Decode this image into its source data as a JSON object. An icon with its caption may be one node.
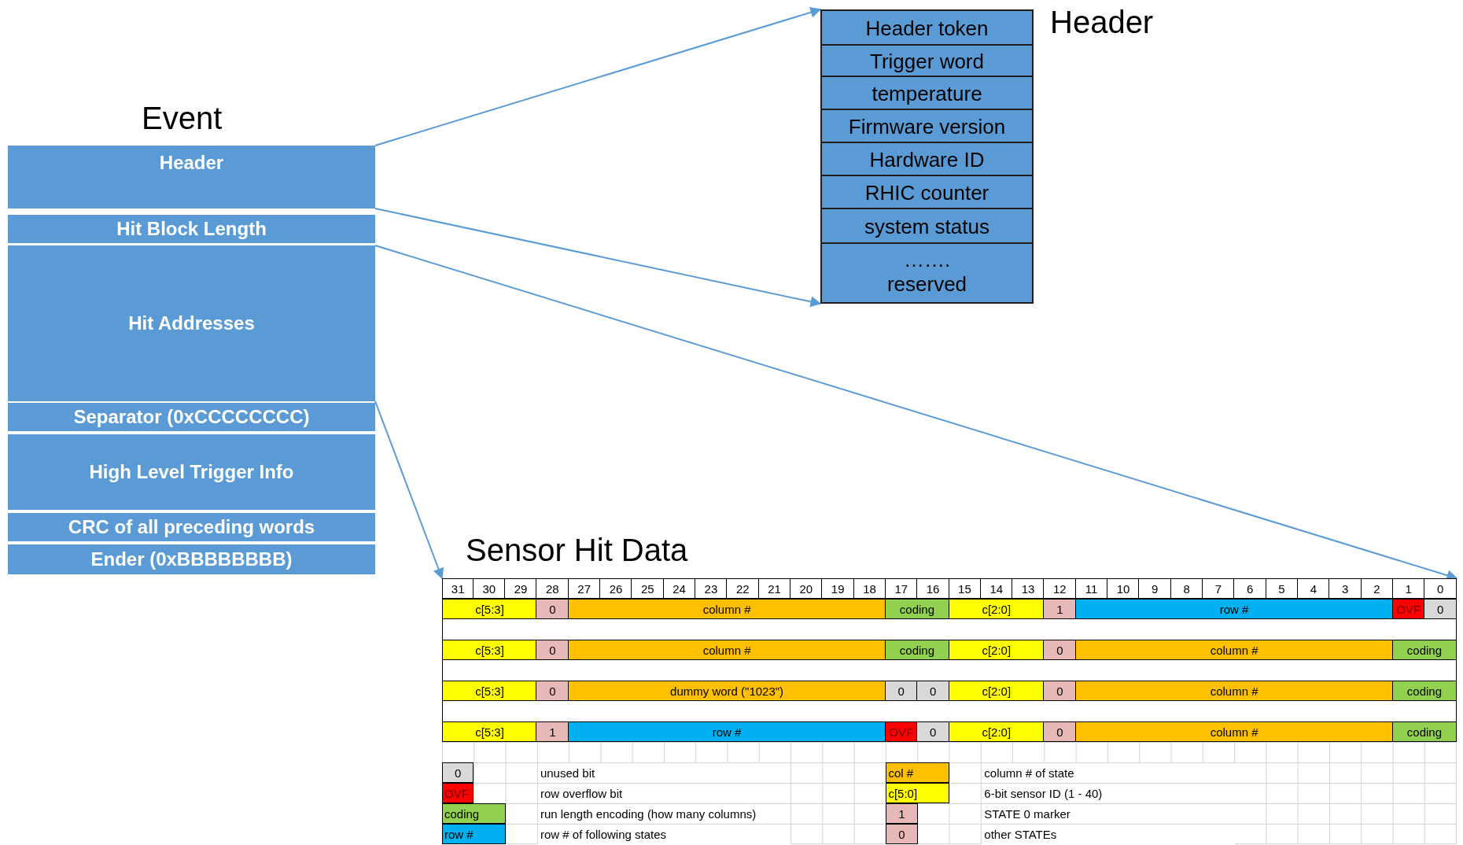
{
  "diagram": {
    "nodes": [
      {
        "text": [
          "Header"
        ]
      },
      {
        "text": [
          "Hit Block Length"
        ]
      },
      {
        "text": [
          "Hit Addresses"
        ]
      },
      {
        "text": [
          "Separator (0xCCCCCCCC)"
        ]
      },
      {
        "text": [
          "High Level Trigger Info"
        ]
      },
      {
        "text": [
          "CRC of all preceding words"
        ]
      },
      {
        "text": [
          "Ender (0xBBBBBBBB)"
        ]
      },
      {
        "text": [
          "Header"
        ]
      },
      {
        "text": [
          "Header token"
        ],
        "in": 7
      },
      {
        "text": [
          "Trigger word"
        ],
        "in": 7
      },
      {
        "text": [
          "temperature"
        ],
        "in": 7
      },
      {
        "text": [
          "Firmware version"
        ],
        "in": 7
      },
      {
        "text": [
          "Hardware ID"
        ],
        "in": 7
      },
      {
        "text": [
          "RHIC counter"
        ],
        "in": 7
      },
      {
        "text": [
          "system status"
        ],
        "in": 7
      },
      {
        "text": [
          "……. reserved"
        ],
        "in": 7
      },
      {
        "text": [
          "Sensor Hit Data"
        ]
      }
    ],
    "edges": [
      {
        "from": 0,
        "to": 7,
        "arrow": "to"
      },
      {
        "from": 0,
        "to": 7,
        "arrow": "to"
      },
      {
        "from": 2,
        "to": 16,
        "arrow": "to"
      },
      {
        "from": 2,
        "to": 16,
        "arrow": "to"
      }
    ],
    "labels": [
      "Event",
      "31",
      "30",
      "29",
      "28",
      "27",
      "26",
      "25",
      "24",
      "23",
      "22",
      "21",
      "20",
      "19",
      "18",
      "17",
      "16",
      "15",
      "14",
      "13",
      "12",
      "11",
      "10",
      "9",
      "8",
      "7",
      "6",
      "5",
      "4",
      "3",
      "2",
      "1",
      "0",
      "c[5:3]",
      "0",
      "column #",
      "coding",
      "c[2:0]",
      "1",
      "row #",
      "OVF",
      "0",
      "c[5:3]",
      "0",
      "column #",
      "coding",
      "c[2:0]",
      "0",
      "column #",
      "coding",
      "c[5:3]",
      "0",
      "dummy word (\"1023\")",
      "0",
      "0",
      "c[2:0]",
      "0",
      "column #",
      "coding",
      "c[5:3]",
      "1",
      "row #",
      "OVF",
      "0",
      "c[2:0]",
      "0",
      "column #",
      "coding",
      "0",
      "col #",
      "OVF",
      "c[5:0]",
      "coding",
      "1",
      "row #",
      "0"
    ],
    "legend": [
      {
        "text": "unused bit",
        "color": "#d9d9d9"
      },
      {
        "text": "column # of state",
        "color": "#ffc000"
      },
      {
        "text": "row overflow bit",
        "color": "#ff0000"
      },
      {
        "text": "6-bit sensor ID (1 - 40)",
        "color": "#ffff00"
      },
      {
        "text": "run length encoding (how many columns)",
        "color": "#92d050"
      },
      {
        "text": "STATE 0 marker",
        "color": "#e6b8b7"
      },
      {
        "text": "row # of following states",
        "color": "#00b0f0"
      },
      {
        "text": "other STATEs",
        "color": "#e6b8b7"
      }
    ]
  }
}
